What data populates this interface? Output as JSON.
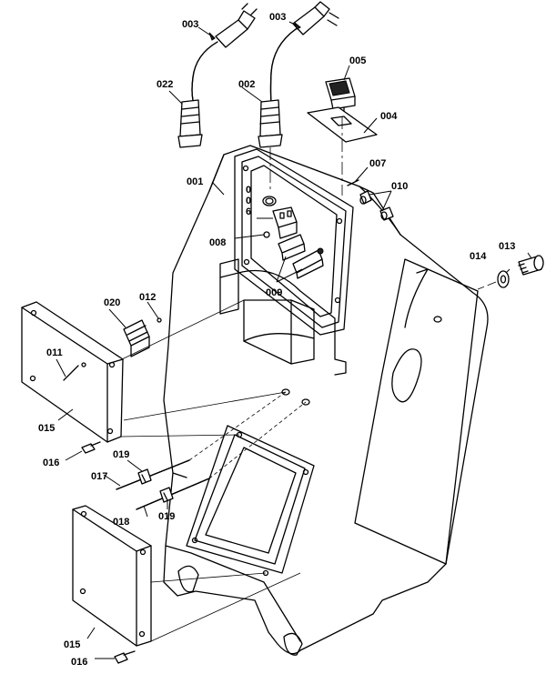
{
  "callouts": {
    "p001": "001",
    "p002": "002",
    "p003a": "003",
    "p003b": "003",
    "p004": "004",
    "p005": "005",
    "p006a": "0",
    "p006b": "0",
    "p006c": "6",
    "p007": "007",
    "p008": "008",
    "p009": "009",
    "p010": "010",
    "p011": "011",
    "p012": "012",
    "p013": "013",
    "p014": "014",
    "p015a": "015",
    "p015b": "015",
    "p016a": "016",
    "p016b": "016",
    "p017": "017",
    "p018": "018",
    "p019a": "019",
    "p019b": "019",
    "p020": "020",
    "p022": "022"
  }
}
